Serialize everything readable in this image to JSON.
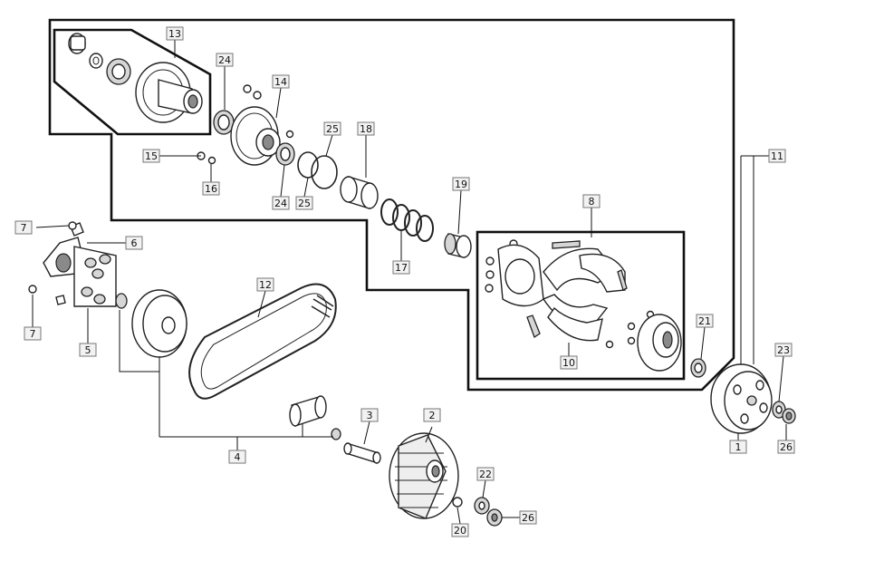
{
  "callouts": {
    "c1": "1",
    "c2": "2",
    "c3": "3",
    "c4": "4",
    "c5": "5",
    "c6": "6",
    "c7a": "7",
    "c7b": "7",
    "c8": "8",
    "c10": "10",
    "c11": "11",
    "c12": "12",
    "c13": "13",
    "c14": "14",
    "c15": "15",
    "c16": "16",
    "c17": "17",
    "c18": "18",
    "c19": "19",
    "c20": "20",
    "c21": "21",
    "c22": "22",
    "c23": "23",
    "c24a": "24",
    "c24b": "24",
    "c25a": "25",
    "c25b": "25",
    "c26a": "26",
    "c26b": "26"
  }
}
